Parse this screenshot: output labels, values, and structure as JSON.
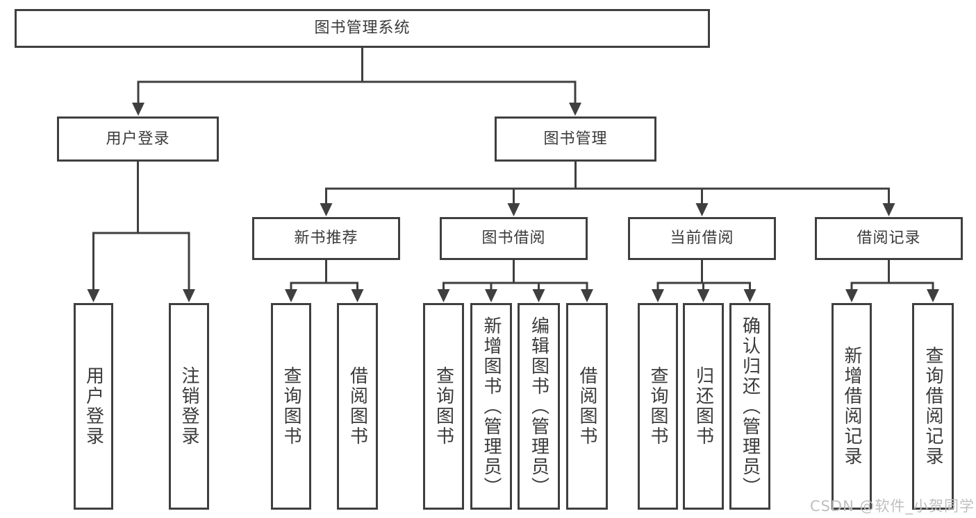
{
  "tree": {
    "root": {
      "label": "图书管理系统"
    },
    "children": [
      {
        "label": "用户登录",
        "children": [
          {
            "label": "用户登录"
          },
          {
            "label": "注销登录"
          }
        ]
      },
      {
        "label": "图书管理",
        "children": [
          {
            "label": "新书推荐",
            "children": [
              {
                "label": "查询图书"
              },
              {
                "label": "借阅图书"
              }
            ]
          },
          {
            "label": "图书借阅",
            "children": [
              {
                "label": "查询图书"
              },
              {
                "label": "新增图书（管理员）"
              },
              {
                "label": "编辑图书（管理员）"
              },
              {
                "label": "借阅图书"
              }
            ]
          },
          {
            "label": "当前借阅",
            "children": [
              {
                "label": "查询图书"
              },
              {
                "label": "归还图书"
              },
              {
                "label": "确认归还（管理员）"
              }
            ]
          },
          {
            "label": "借阅记录",
            "children": [
              {
                "label": "新增借阅记录"
              },
              {
                "label": "查询借阅记录"
              }
            ]
          }
        ]
      }
    ]
  },
  "watermark": {
    "text": "CSDN @软件_小贺同学"
  },
  "colors": {
    "line": "#3f3f3f",
    "text": "#3a3a3a",
    "watermark": "#bfbfbf",
    "background": "#ffffff"
  }
}
